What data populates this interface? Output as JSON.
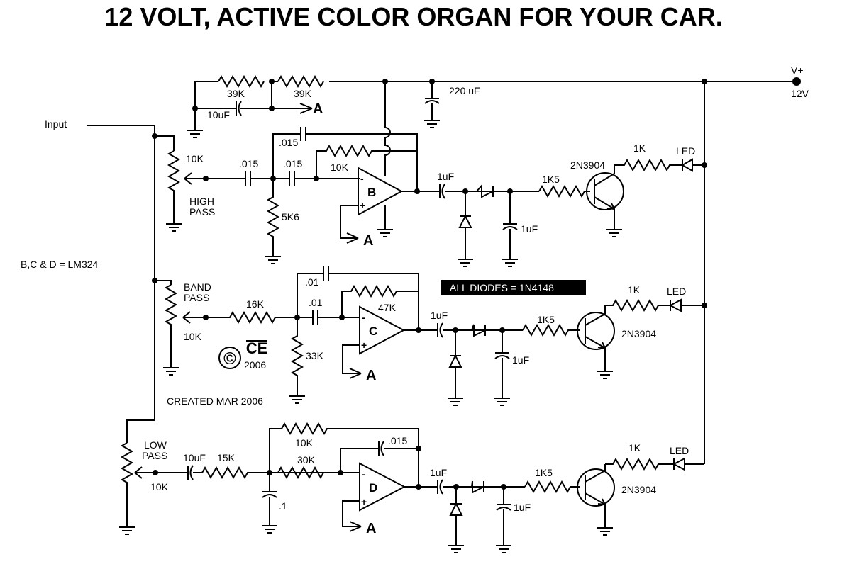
{
  "title": "12 VOLT, ACTIVE COLOR ORGAN FOR YOUR CAR.",
  "notes": {
    "ic": "B,C & D = LM324",
    "diodes": "ALL DIODES = 1N4148",
    "created": "CREATED MAR 2006",
    "copyright_symbol": "©",
    "logo_text": "CE",
    "logo_year": "2006"
  },
  "supply": {
    "label": "V+",
    "voltage": "12V",
    "cap": "220 uF"
  },
  "input_label": "Input",
  "bias": {
    "r1": "39K",
    "r2": "39K",
    "cap": "10uF",
    "node": "A"
  },
  "high_channel": {
    "pot": "10K",
    "pot_label_1": "HIGH",
    "pot_label_2": "PASS",
    "c1": ".015",
    "c2": ".015",
    "c_fb": ".015",
    "r_fb": "10K",
    "r_gnd": "5K6",
    "opamp": "B",
    "bias_node": "A",
    "c_out": "1uF",
    "r_base": "1K5",
    "c_filt": "1uF",
    "transistor": "2N3904",
    "r_led": "1K",
    "led": "LED"
  },
  "band_channel": {
    "pot": "10K",
    "pot_label_1": "BAND",
    "pot_label_2": "PASS",
    "r_in": "16K",
    "c1": ".01",
    "c_fb": ".01",
    "r_fb": "47K",
    "r_gnd": "33K",
    "opamp": "C",
    "bias_node": "A",
    "c_out": "1uF",
    "r_base": "1K5",
    "c_filt": "1uF",
    "transistor": "2N3904",
    "r_led": "1K",
    "led": "LED"
  },
  "low_channel": {
    "pot": "10K",
    "pot_label_1": "LOW",
    "pot_label_2": "PASS",
    "c_in": "10uF",
    "r_in": "15K",
    "c_gnd": ".1",
    "r_in2": "30K",
    "r_fb_outer": "10K",
    "c_fb": ".015",
    "opamp": "D",
    "bias_node": "A",
    "c_out": "1uF",
    "r_base": "1K5",
    "c_filt": "1uF",
    "transistor": "2N3904",
    "r_led": "1K",
    "led": "LED"
  },
  "opamp_signs": {
    "minus": "-",
    "plus": "+"
  }
}
